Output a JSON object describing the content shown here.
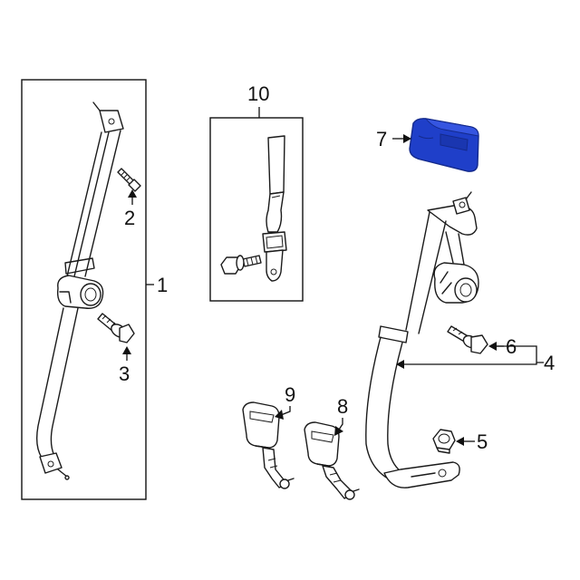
{
  "callouts": {
    "c1": "1",
    "c2": "2",
    "c3": "3",
    "c4": "4",
    "c5": "5",
    "c6": "6",
    "c7": "7",
    "c8": "8",
    "c9": "9",
    "c10": "10"
  },
  "colors": {
    "highlight": "#1f3fc9",
    "highlight_dark": "#142a8c",
    "line": "#1a1a1a",
    "background": "#ffffff"
  }
}
